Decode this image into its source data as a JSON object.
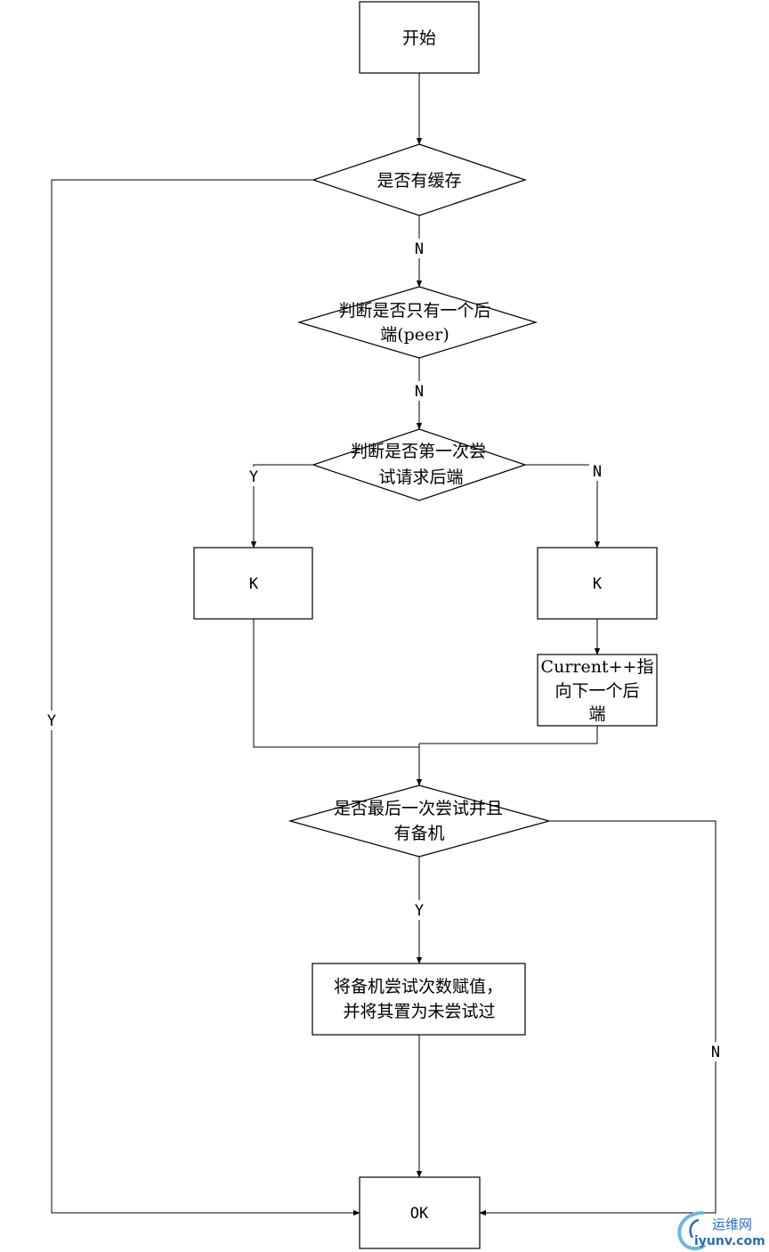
{
  "nodes": {
    "start": "开始",
    "has_cache": "是否有缓存",
    "only_one_backend": [
      "判断是否只有一个后",
      "端(peer)"
    ],
    "first_attempt": [
      "判断是否第一次尝",
      "试请求后端"
    ],
    "k_left": "K",
    "k_right": "K",
    "current_next": [
      "Current++指",
      "向下一个后",
      "端"
    ],
    "last_attempt_backup": [
      "是否最后一次尝试并且",
      "有备机"
    ],
    "assign_backup": [
      "将备机尝试次数赋值，",
      "并将其置为未尝试过"
    ],
    "ok": "OK"
  },
  "edge_labels": {
    "cache_no": "N",
    "cache_yes": "Y",
    "only_one_no": "N",
    "first_yes": "Y",
    "first_no": "N",
    "last_yes": "Y",
    "last_no": "N"
  },
  "watermark": {
    "text_cn": "运维网",
    "text_url": "iyunv.com"
  }
}
